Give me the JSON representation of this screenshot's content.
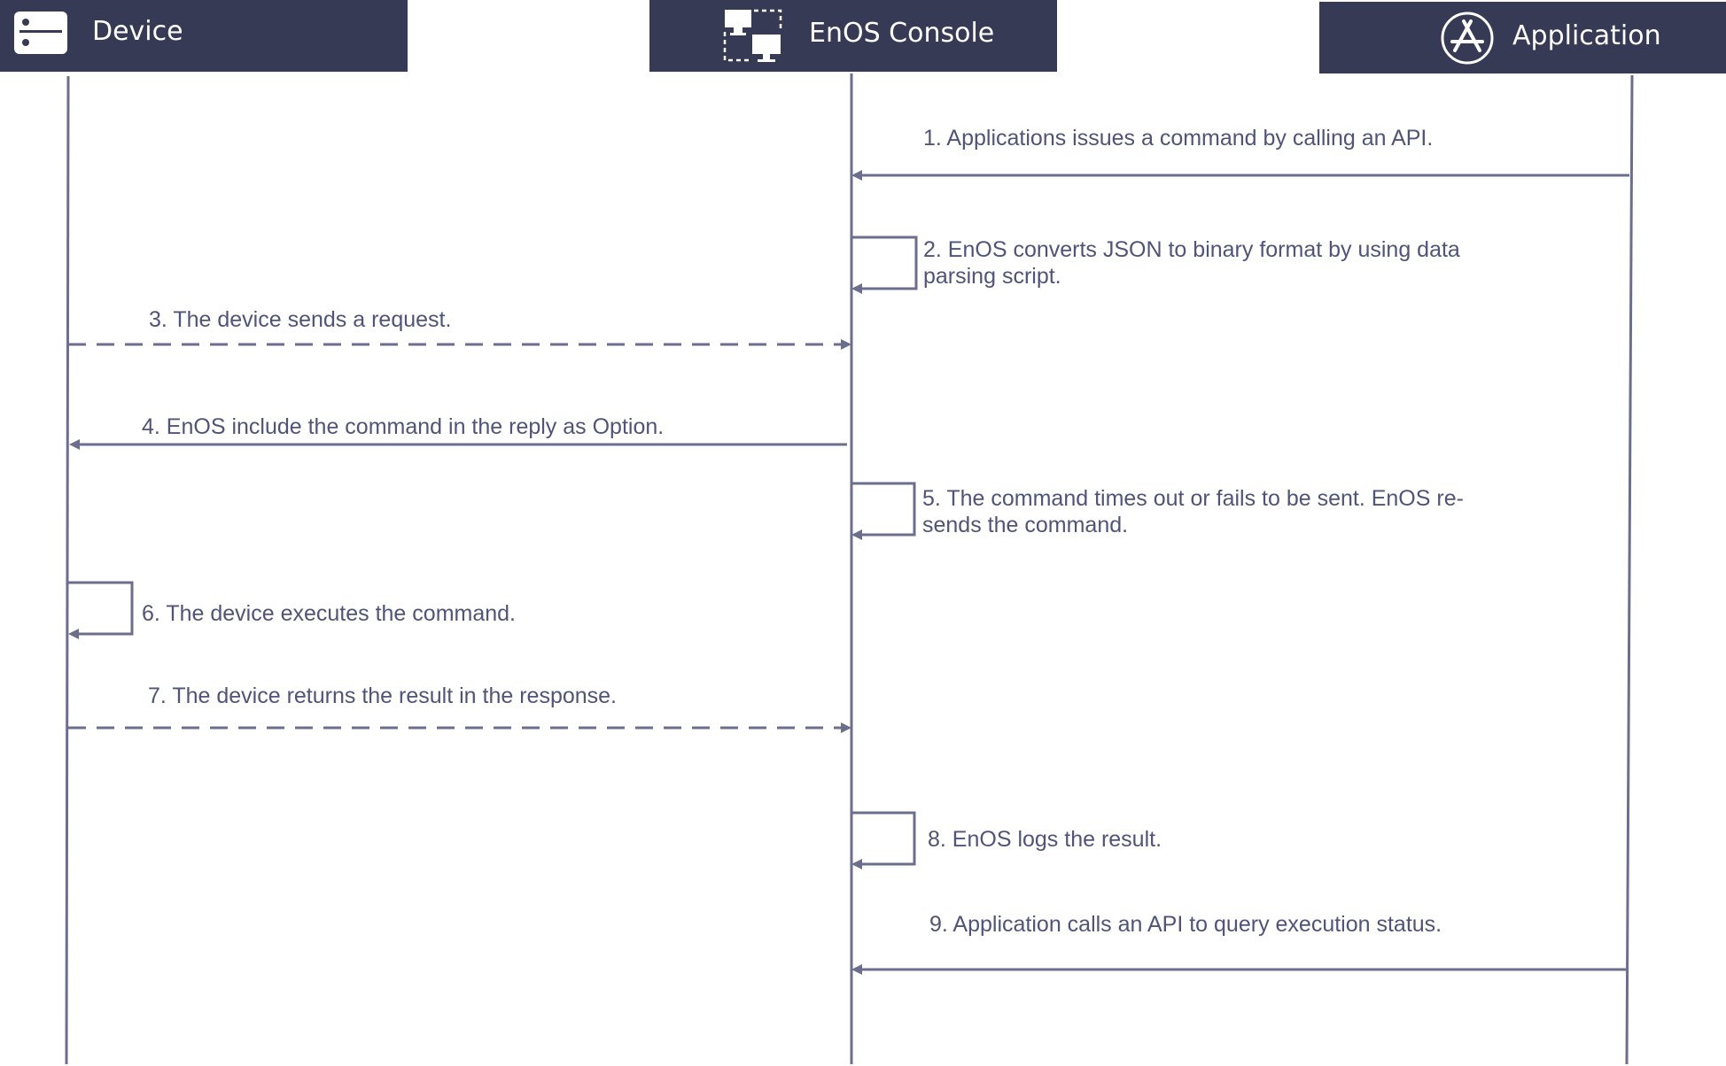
{
  "participants": {
    "device": {
      "label": "Device",
      "icon": "server-icon"
    },
    "console": {
      "label": "EnOS Console",
      "icon": "network-icon"
    },
    "application": {
      "label": "Application",
      "icon": "app-store-icon"
    }
  },
  "messages": [
    {
      "num": 1,
      "from": "application",
      "to": "console",
      "style": "solid",
      "text": "1. Applications issues a command by calling an API."
    },
    {
      "num": 2,
      "from": "console",
      "to": "console",
      "style": "self",
      "lines": [
        "2. EnOS converts JSON to binary format by using data",
        "parsing script."
      ]
    },
    {
      "num": 3,
      "from": "device",
      "to": "console",
      "style": "dashed",
      "text": "3. The device sends a request."
    },
    {
      "num": 4,
      "from": "console",
      "to": "device",
      "style": "solid",
      "text": "4. EnOS include the command in the reply as Option."
    },
    {
      "num": 5,
      "from": "console",
      "to": "console",
      "style": "self",
      "lines": [
        "5. The command times out or fails to be sent. EnOS re-",
        "sends the command."
      ]
    },
    {
      "num": 6,
      "from": "device",
      "to": "device",
      "style": "self",
      "text": "6. The device executes the command."
    },
    {
      "num": 7,
      "from": "device",
      "to": "console",
      "style": "dashed",
      "text": "7. The device returns the result in the response."
    },
    {
      "num": 8,
      "from": "console",
      "to": "console",
      "style": "self",
      "text": "8. EnOS logs the result."
    },
    {
      "num": 9,
      "from": "application",
      "to": "console",
      "style": "solid",
      "text": "9. Application calls an API to query execution status."
    }
  ],
  "colors": {
    "header_bg": "#373a55",
    "header_text": "#ffffff",
    "line": "#6b6e8c",
    "text": "#4f5478"
  }
}
